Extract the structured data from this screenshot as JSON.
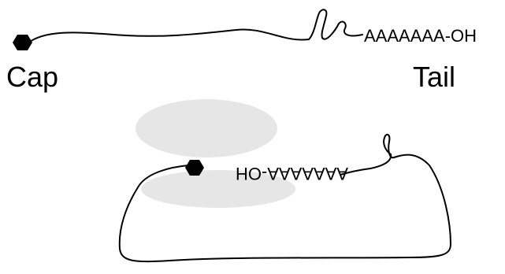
{
  "labels": {
    "cap": "Cap",
    "tail": "Tail",
    "poly_a_top": "AAAAAAA-OH",
    "poly_a_bottom": "AAAAAAA-OH"
  },
  "colors": {
    "stroke": "#000000",
    "ribosome": "#e6e6e6",
    "cap": "#000000"
  },
  "icons": {
    "cap": "hexagon-icon"
  }
}
